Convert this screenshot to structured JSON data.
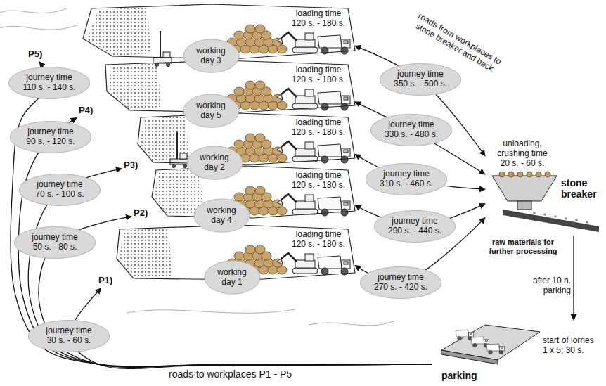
{
  "diagram": {
    "nodes": [
      {
        "text": [
          "P5)",
          "loading time 120 s. - 180 s."
        ]
      },
      {
        "text": [
          "working day 3"
        ]
      },
      {
        "text": [
          "P4)",
          "loading time 120 s. - 180 s."
        ]
      },
      {
        "text": [
          "working day 5"
        ]
      },
      {
        "text": [
          "P3)",
          "loading time 120 s. - 180 s."
        ]
      },
      {
        "text": [
          "working day 2"
        ]
      },
      {
        "text": [
          "P2)",
          "loading time 120 s. - 180 s."
        ]
      },
      {
        "text": [
          "working day 4"
        ]
      },
      {
        "text": [
          "P1)",
          "loading time 120 s. - 180 s."
        ]
      },
      {
        "text": [
          "working day 1"
        ]
      },
      {
        "text": [
          "unloading, crushing time 20 s. - 60 s.",
          "stone breaker"
        ]
      },
      {
        "text": [
          "parking",
          "start of lorries 1 x 5; 30 s."
        ]
      }
    ],
    "edges": [
      {
        "from": 11,
        "to": 8,
        "arrow": "to",
        "label": "journey time 30 s. - 60 s."
      },
      {
        "from": 11,
        "to": 6,
        "arrow": "to",
        "label": "journey time 50 s. - 80 s."
      },
      {
        "from": 11,
        "to": 4,
        "arrow": "to",
        "label": "journey time 70 s. - 100 s."
      },
      {
        "from": 11,
        "to": 2,
        "arrow": "to",
        "label": "journey time 90 s. - 120 s."
      },
      {
        "from": 11,
        "to": 0,
        "arrow": "to",
        "label": "journey time 110 s. - 140 s."
      },
      {
        "from": 0,
        "to": 10,
        "arrow": "both",
        "label": "journey time 350 s. - 500 s."
      },
      {
        "from": 2,
        "to": 10,
        "arrow": "both",
        "label": "journey time 330 s. - 480 s."
      },
      {
        "from": 4,
        "to": 10,
        "arrow": "both",
        "label": "journey time 310 s. - 460 s."
      },
      {
        "from": 6,
        "to": 10,
        "arrow": "both",
        "label": "journey time 290 s. - 440 s."
      },
      {
        "from": 8,
        "to": 10,
        "arrow": "both",
        "label": "journey time 270 s. - 420 s."
      },
      {
        "from": 10,
        "to": 11,
        "arrow": "to",
        "label": "after 10 h. parking"
      }
    ],
    "labels": [
      "roads from workplaces to stone breaker and back",
      "raw materials for further processing",
      "roads to workplaces P1 - P5"
    ]
  }
}
